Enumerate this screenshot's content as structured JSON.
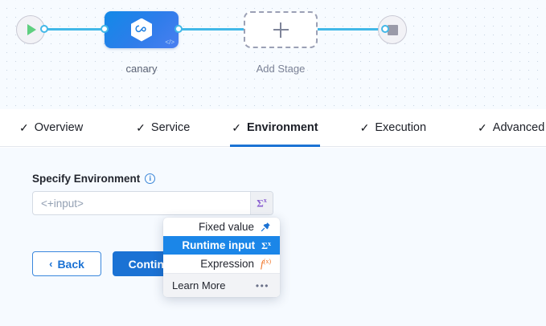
{
  "canvas": {
    "start_node": {
      "name": "start-node",
      "icon": "play-icon"
    },
    "end_node": {
      "name": "end-node",
      "icon": "stop-icon"
    },
    "stage": {
      "label": "canary",
      "icon": "harness-hexagon-icon",
      "badge": "</>"
    },
    "add_stage": {
      "label": "Add Stage",
      "icon": "plus-icon"
    },
    "colors": {
      "wire": "#42b8e8",
      "stage_start": "#1289e8",
      "stage_end": "#4a7ef0"
    }
  },
  "tabs": [
    {
      "label": "Overview",
      "check": "✓",
      "active": false
    },
    {
      "label": "Service",
      "check": "✓",
      "active": false
    },
    {
      "label": "Environment",
      "check": "✓",
      "active": true
    },
    {
      "label": "Execution",
      "check": "✓",
      "active": false
    },
    {
      "label": "Advanced",
      "check": "✓",
      "active": false
    }
  ],
  "form": {
    "field_label": "Specify Environment",
    "info_icon_char": "i",
    "input_placeholder": "<+input>",
    "input_value": "",
    "sigma_button_label": "Σ",
    "sigma_button_sup": "x",
    "back_label": "Back",
    "back_chevron": "‹",
    "continue_label": "Continue"
  },
  "dropdown": {
    "items": [
      {
        "label": "Fixed value",
        "icon": "pin-icon",
        "glyph": "📌",
        "selected": false
      },
      {
        "label": "Runtime input",
        "icon": "sigma-x-icon",
        "glyph": "Σ",
        "sup": "x",
        "selected": true
      },
      {
        "label": "Expression",
        "icon": "fx-icon",
        "glyph": "f",
        "sub": "(x)",
        "selected": false
      }
    ],
    "footer": {
      "label": "Learn More",
      "icon": "ellipsis-icon",
      "glyph": "•••"
    },
    "highlight_color": "#1b86e8"
  }
}
